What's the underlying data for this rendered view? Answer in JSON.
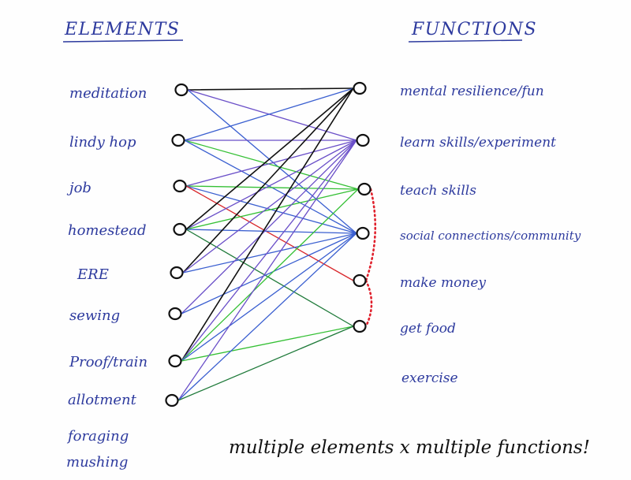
{
  "headings": {
    "elements": "ELEMENTS",
    "functions": "FUNCTIONS"
  },
  "elements": [
    "meditation",
    "lindy hop",
    "job",
    "homestead",
    "ERE",
    "sewing",
    "Proof/train",
    "allotment",
    "foraging",
    "mushing"
  ],
  "functions": [
    "mental resilience/fun",
    "learn skills/experiment",
    "teach skills",
    "social connections/community",
    "make money",
    "get food",
    "exercise"
  ],
  "caption": "multiple elements x multiple functions!",
  "colors": {
    "ink_blue": "#2d3a9e",
    "ink_black": "#111111",
    "line_black": "#111111",
    "line_blue": "#3a5fd0",
    "line_purple": "#6a4fc8",
    "line_green": "#35c035",
    "line_darkgreen": "#1f7a3a",
    "line_red": "#d8262a",
    "dots_red": "#e0202c"
  },
  "connections": [
    {
      "from": 0,
      "to": 0,
      "color": "line_black"
    },
    {
      "from": 0,
      "to": 1,
      "color": "line_purple"
    },
    {
      "from": 0,
      "to": 3,
      "color": "line_blue"
    },
    {
      "from": 1,
      "to": 1,
      "color": "line_purple"
    },
    {
      "from": 1,
      "to": 2,
      "color": "line_green"
    },
    {
      "from": 1,
      "to": 3,
      "color": "line_blue"
    },
    {
      "from": 1,
      "to": 0,
      "color": "line_blue"
    },
    {
      "from": 2,
      "to": 1,
      "color": "line_purple"
    },
    {
      "from": 2,
      "to": 2,
      "color": "line_green"
    },
    {
      "from": 2,
      "to": 3,
      "color": "line_blue"
    },
    {
      "from": 2,
      "to": 4,
      "color": "line_red"
    },
    {
      "from": 3,
      "to": 1,
      "color": "line_purple"
    },
    {
      "from": 3,
      "to": 2,
      "color": "line_green"
    },
    {
      "from": 3,
      "to": 3,
      "color": "line_blue"
    },
    {
      "from": 3,
      "to": 5,
      "color": "line_darkgreen"
    },
    {
      "from": 3,
      "to": 0,
      "color": "line_black"
    },
    {
      "from": 4,
      "to": 0,
      "color": "line_black"
    },
    {
      "from": 4,
      "to": 1,
      "color": "line_purple"
    },
    {
      "from": 4,
      "to": 3,
      "color": "line_blue"
    },
    {
      "from": 5,
      "to": 1,
      "color": "line_purple"
    },
    {
      "from": 5,
      "to": 3,
      "color": "line_blue"
    },
    {
      "from": 6,
      "to": 0,
      "color": "line_black"
    },
    {
      "from": 6,
      "to": 1,
      "color": "line_purple"
    },
    {
      "from": 6,
      "to": 2,
      "color": "line_green"
    },
    {
      "from": 6,
      "to": 3,
      "color": "line_blue"
    },
    {
      "from": 6,
      "to": 5,
      "color": "line_green"
    },
    {
      "from": 7,
      "to": 1,
      "color": "line_purple"
    },
    {
      "from": 7,
      "to": 3,
      "color": "line_blue"
    },
    {
      "from": 7,
      "to": 5,
      "color": "line_darkgreen"
    }
  ],
  "dotted_links": [
    {
      "between": [
        2,
        4
      ],
      "color": "dots_red"
    },
    {
      "between": [
        4,
        5
      ],
      "color": "dots_red"
    }
  ]
}
